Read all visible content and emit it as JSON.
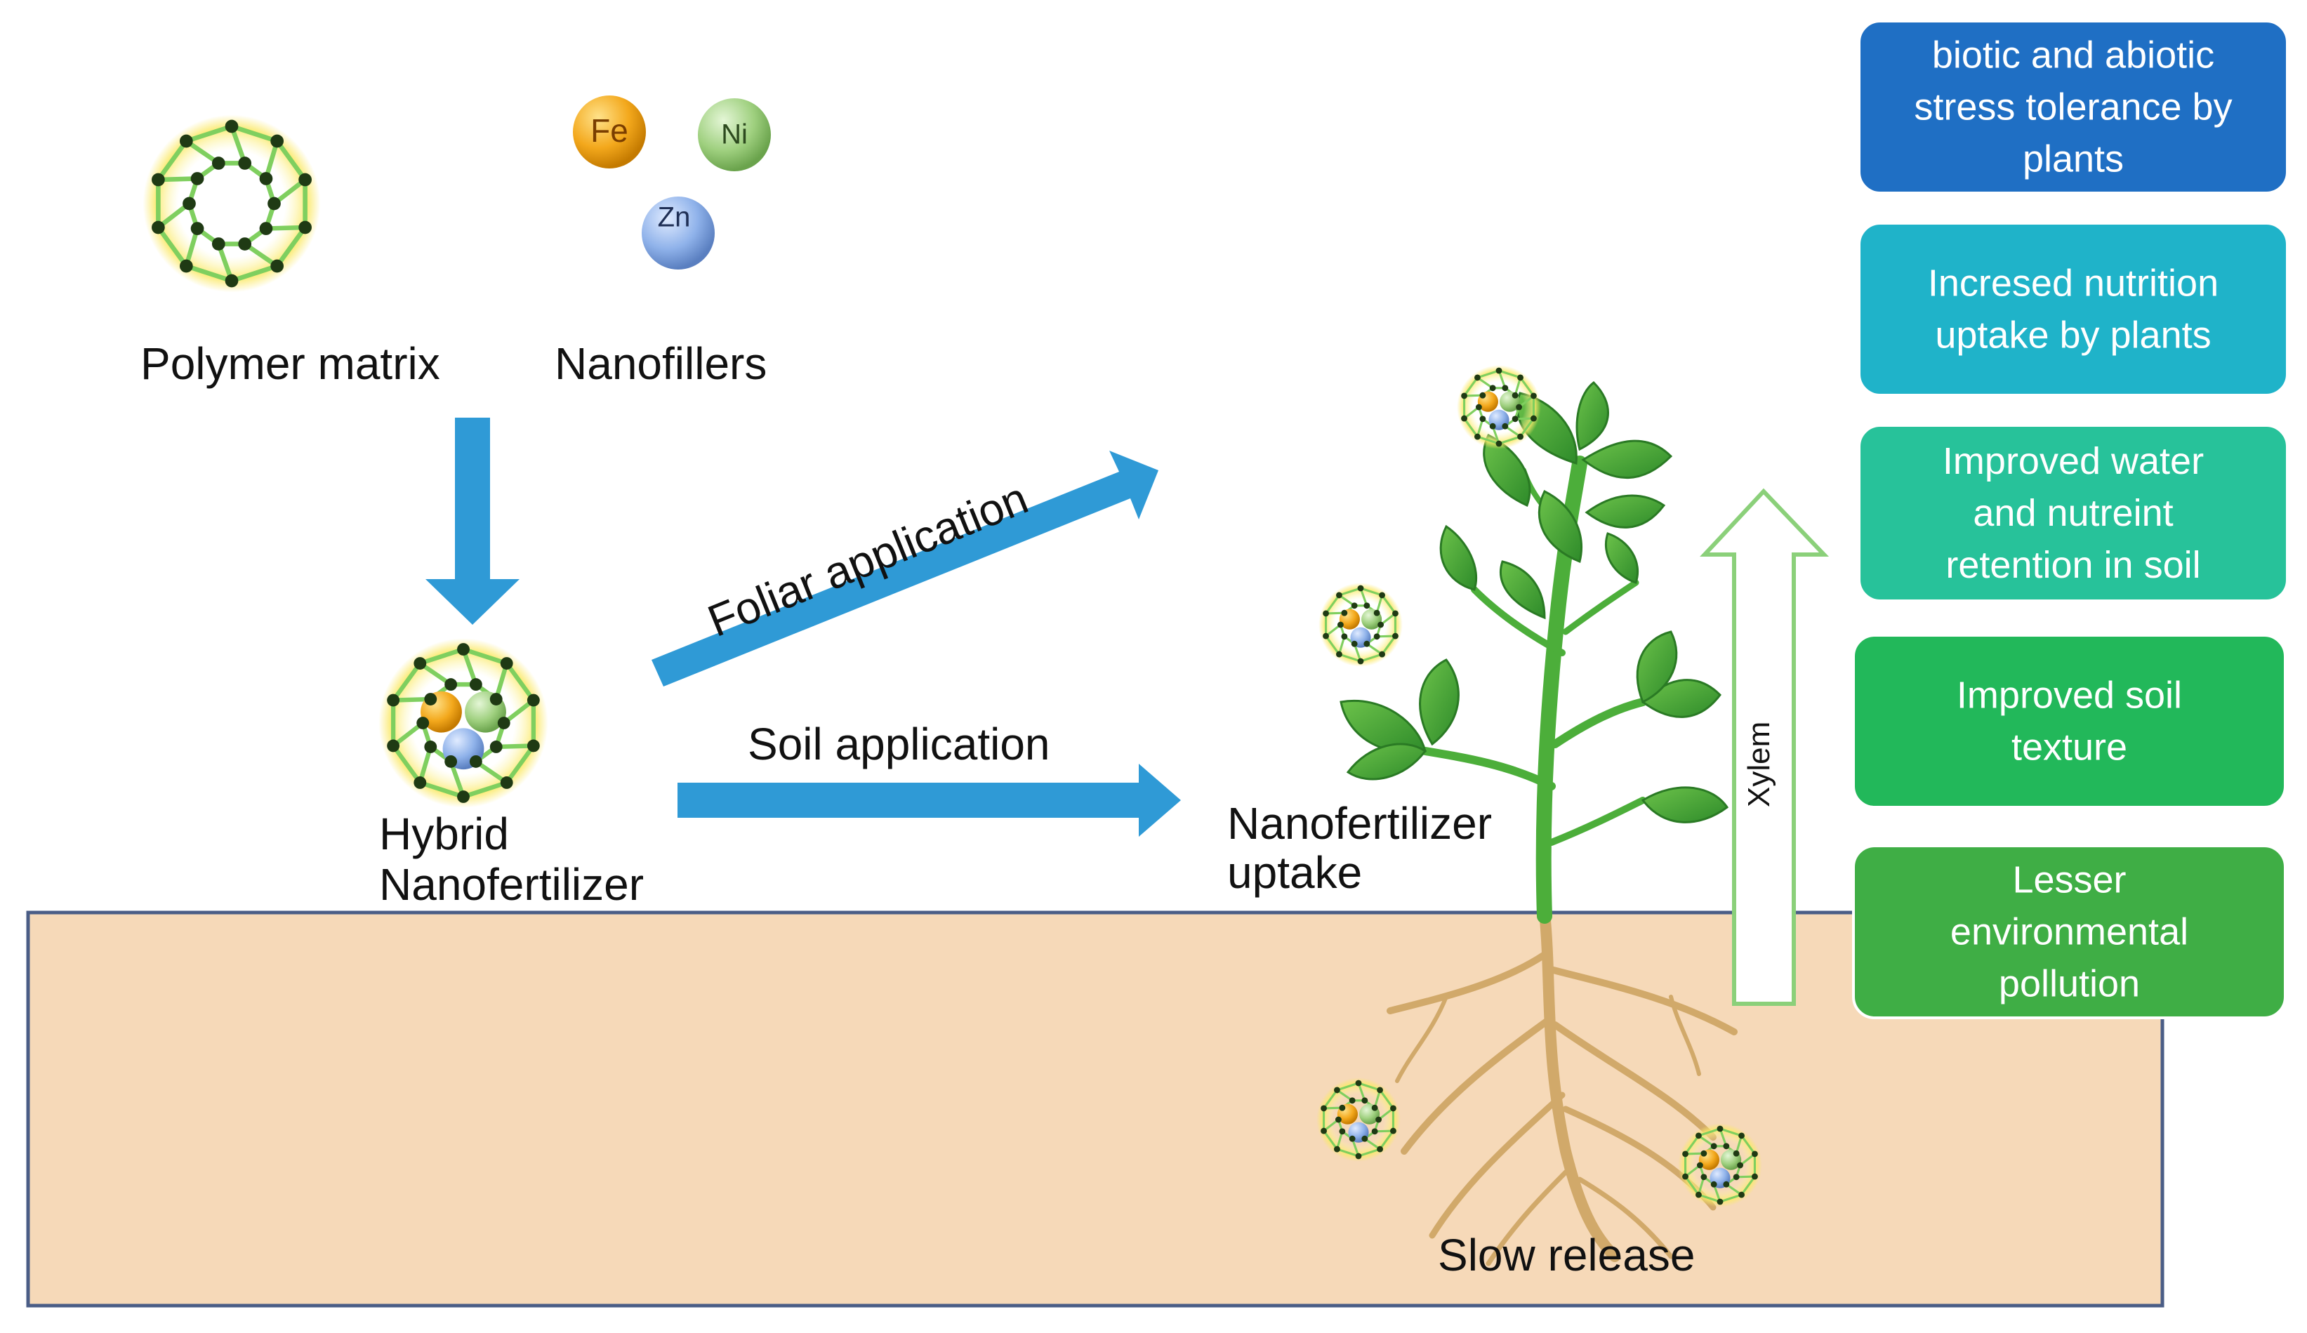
{
  "labels": {
    "polymer_matrix": "Polymer matrix",
    "nanofillers": "Nanofillers",
    "hybrid_line1": "Hybrid",
    "hybrid_line2": "Nanofertilizer",
    "foliar_application": "Foliar application",
    "soil_application": "Soil application",
    "uptake_line1": "Nanofertilizer",
    "uptake_line2": "uptake",
    "slow_release": "Slow release",
    "xylem": "Xylem"
  },
  "elements": {
    "fe": "Fe",
    "ni": "Ni",
    "zn": "Zn"
  },
  "benefits": [
    {
      "lines": [
        "biotic and abiotic",
        "stress tolerance by",
        "plants"
      ],
      "color": "#1f6fc4"
    },
    {
      "lines": [
        "Incresed nutrition",
        "uptake by plants"
      ],
      "color": "#1fb3c9"
    },
    {
      "lines": [
        "Improved water",
        "and nutreint",
        "retention in soil"
      ],
      "color": "#27c29a"
    },
    {
      "lines": [
        "Improved soil",
        "texture"
      ],
      "color": "#22b85a"
    },
    {
      "lines": [
        "Lesser",
        "environmental",
        "pollution"
      ],
      "color": "#3fae45"
    }
  ],
  "colors": {
    "soil": "#f6d9b8",
    "soil_border": "#4a5d86",
    "arrow_blue": "#2f9ad6",
    "xylem_arrow": "#8bd07a",
    "leaf": "#3fa535",
    "stem": "#4cae3a",
    "root": "#d1a96a",
    "fe": "#f3a81c",
    "ni": "#9fd07f",
    "zn": "#8fb2ea"
  }
}
